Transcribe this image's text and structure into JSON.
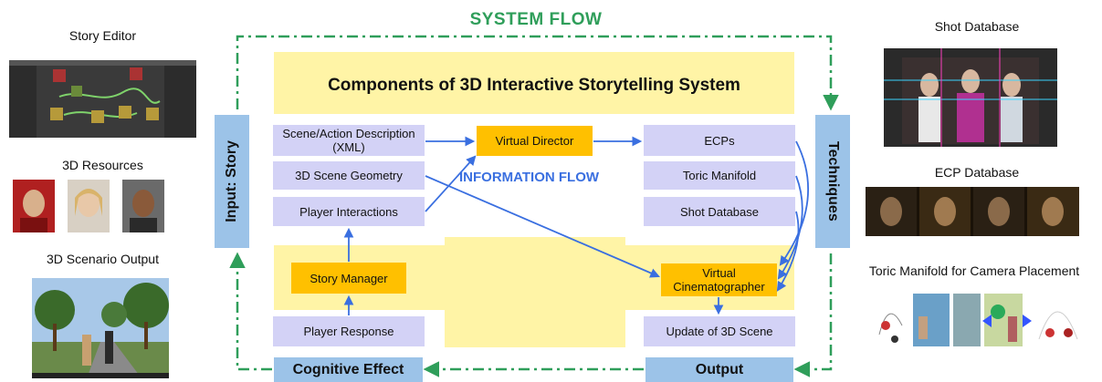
{
  "header": {
    "system_flow": "SYSTEM FLOW"
  },
  "main": {
    "title": "Components of 3D Interactive Storytelling System",
    "information_flow": "INFORMATION FLOW"
  },
  "left_inputs": {
    "scene_action": "Scene/Action Description (XML)",
    "scene_geometry": "3D Scene Geometry",
    "player_interactions": "Player Interactions",
    "story_manager": "Story Manager",
    "player_response": "Player Response"
  },
  "center": {
    "virtual_director": "Virtual Director"
  },
  "right_tech": {
    "ecps": "ECPs",
    "toric_manifold": "Toric Manifold",
    "shot_database": "Shot Database",
    "virtual_cinematographer": "Virtual Cinematographer",
    "update_scene": "Update of 3D Scene"
  },
  "side_labels": {
    "input_story": "Input: Story",
    "techniques": "Techniques",
    "cognitive_effect": "Cognitive Effect",
    "output": "Output"
  },
  "left_panel": {
    "story_editor": "Story Editor",
    "resources": "3D Resources",
    "scenario_output": "3D Scenario Output"
  },
  "right_panel": {
    "shot_database": "Shot Database",
    "ecp_database": "ECP Database",
    "toric_camera": "Toric Manifold for Camera Placement"
  },
  "colors": {
    "system_flow_green": "#2f9e5a",
    "info_flow_blue": "#3a6fe0",
    "panel_yellow": "#fff4a6",
    "box_lavender": "#d3d2f6",
    "box_orange": "#ffc000",
    "box_blue": "#9cc3e8"
  }
}
